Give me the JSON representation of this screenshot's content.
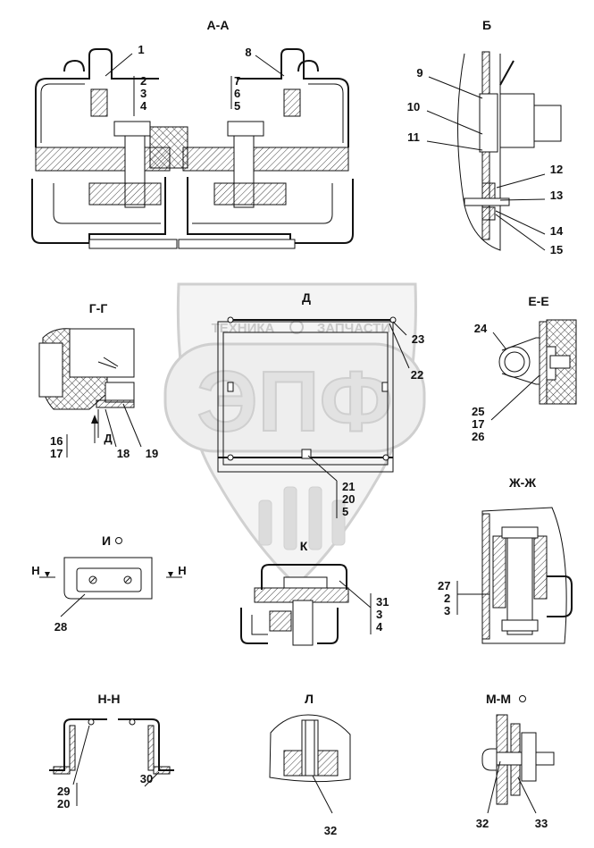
{
  "watermark": {
    "emblem_text": "ЭПФ",
    "banner_left": "ТЕХНИКА",
    "banner_right": "ЗАПЧАСТИ"
  },
  "views": {
    "aa": "А-А",
    "b": "Б",
    "gg": "Г-Г",
    "d": "Д",
    "ee": "Е-Е",
    "i": "И",
    "k": "К",
    "zhzh": "Ж-Ж",
    "nn": "Н-Н",
    "l": "Л",
    "mm": "М-М"
  },
  "section_marks": {
    "h_left": "Н",
    "h_right": "Н",
    "d_arrow": "Д"
  },
  "callouts": {
    "c1": "1",
    "c2": "2",
    "c3": "3",
    "c4": "4",
    "c5": "5",
    "c6": "6",
    "c7": "7",
    "c8": "8",
    "c9": "9",
    "c10": "10",
    "c11": "11",
    "c12": "12",
    "c13": "13",
    "c14": "14",
    "c15": "15",
    "c16": "16",
    "c17": "17",
    "c18": "18",
    "c19": "19",
    "c20": "20",
    "c21": "21",
    "c22": "22",
    "c23": "23",
    "c24": "24",
    "c25": "25",
    "c26": "26",
    "c27": "27",
    "c28": "28",
    "c29": "29",
    "c30": "30",
    "c31": "31",
    "c32": "32",
    "c33": "33"
  },
  "stacked_labels": {
    "aa_left": [
      "2",
      "3",
      "4"
    ],
    "aa_right": [
      "7",
      "6",
      "5"
    ],
    "gg": [
      "16",
      "17"
    ],
    "d": [
      "21",
      "20",
      "5"
    ],
    "ee": [
      "25",
      "17",
      "26"
    ],
    "k": [
      "31",
      "3",
      "4"
    ],
    "zhzh": [
      "27",
      "2",
      "3"
    ],
    "nn": [
      "29",
      "20"
    ]
  }
}
